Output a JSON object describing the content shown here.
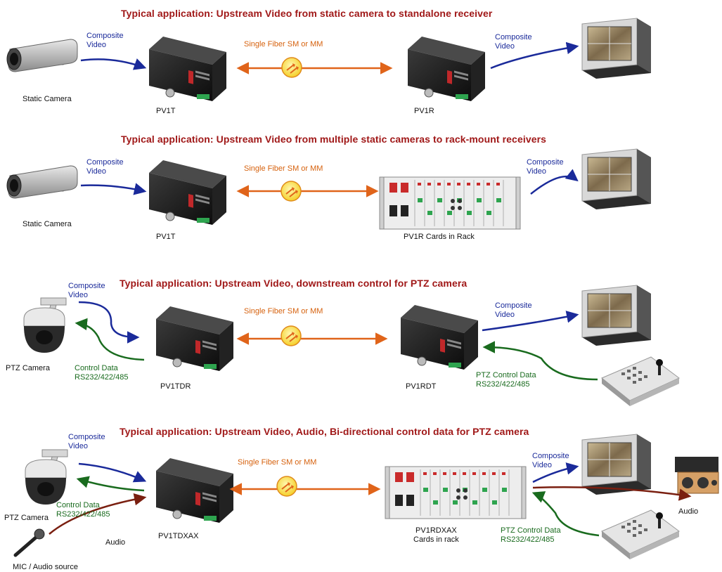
{
  "colors": {
    "title": "#a01818",
    "video_link": "#1a2a9a",
    "control_link": "#196b1e",
    "fiber_link": "#e0641a",
    "audio_link": "#7a1f10"
  },
  "sections": [
    {
      "title": "Typical application: Upstream Video from static camera to standalone receiver",
      "left_device": "Static Camera",
      "tx_unit": "PV1T",
      "rx_unit": "PV1R",
      "fiber_label": "Single Fiber SM or MM",
      "video_in": "Composite\nVideo",
      "video_out": "Composite\nVideo"
    },
    {
      "title": "Typical application: Upstream Video from multiple static cameras to rack-mount receivers",
      "left_device": "Static Camera",
      "tx_unit": "PV1T",
      "rx_unit": "PV1R Cards in Rack",
      "fiber_label": "Single Fiber SM or MM",
      "video_in": "Composite\nVideo",
      "video_out": "Composite\nVideo"
    },
    {
      "title": "Typical application: Upstream Video, downstream control for PTZ camera",
      "left_device": "PTZ Camera",
      "tx_unit": "PV1TDR",
      "rx_unit": "PV1RDT",
      "fiber_label": "Single Fiber SM or MM",
      "video_in": "Composite\nVideo",
      "video_out": "Composite\nVideo",
      "control_in": "Control Data\nRS232/422/485",
      "control_out": "PTZ Control Data\nRS232/422/485"
    },
    {
      "title": "Typical application: Upstream Video, Audio, Bi-directional control data for PTZ camera",
      "left_device": "PTZ Camera",
      "audio_source": "MIC / Audio source",
      "tx_unit": "PV1TDXAX",
      "rx_unit": "PV1RDXAX\nCards in rack",
      "fiber_label": "Single Fiber SM or MM",
      "video_in": "Composite\nVideo",
      "video_out": "Composite\nVideo",
      "control_in": "Control Data\nRS232/422/485",
      "control_out": "PTZ Control Data\nRS232/422/485",
      "audio_in": "Audio",
      "audio_out": "Audio"
    }
  ]
}
